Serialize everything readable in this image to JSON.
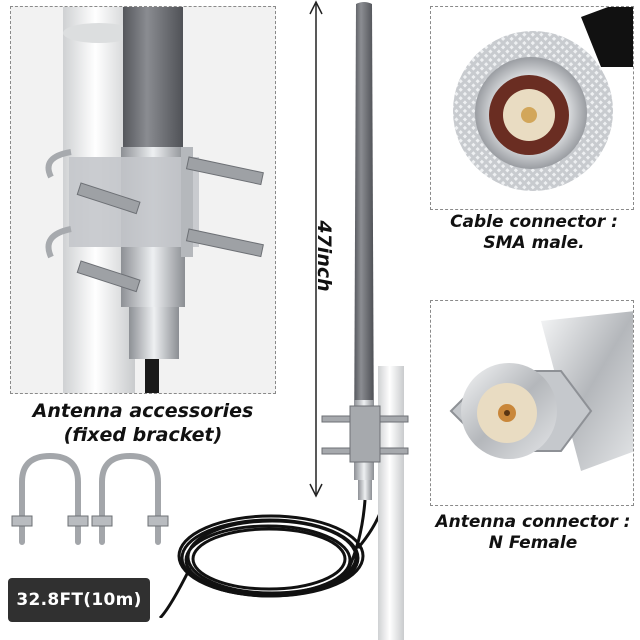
{
  "captions": {
    "accessories_line1": "Antenna accessories",
    "accessories_line2": "(fixed bracket)",
    "cable_connector_line1": "Cable connector :",
    "cable_connector_line2": "SMA male.",
    "antenna_connector_line1": "Antenna connector :",
    "antenna_connector_line2": "N Female"
  },
  "height_label": "47inch",
  "cable_badge": "32.8FT(10m)",
  "colors": {
    "antenna_gray": "#6e7075",
    "pipe_white": "#e8e9ea",
    "badge_bg": "#303030"
  }
}
